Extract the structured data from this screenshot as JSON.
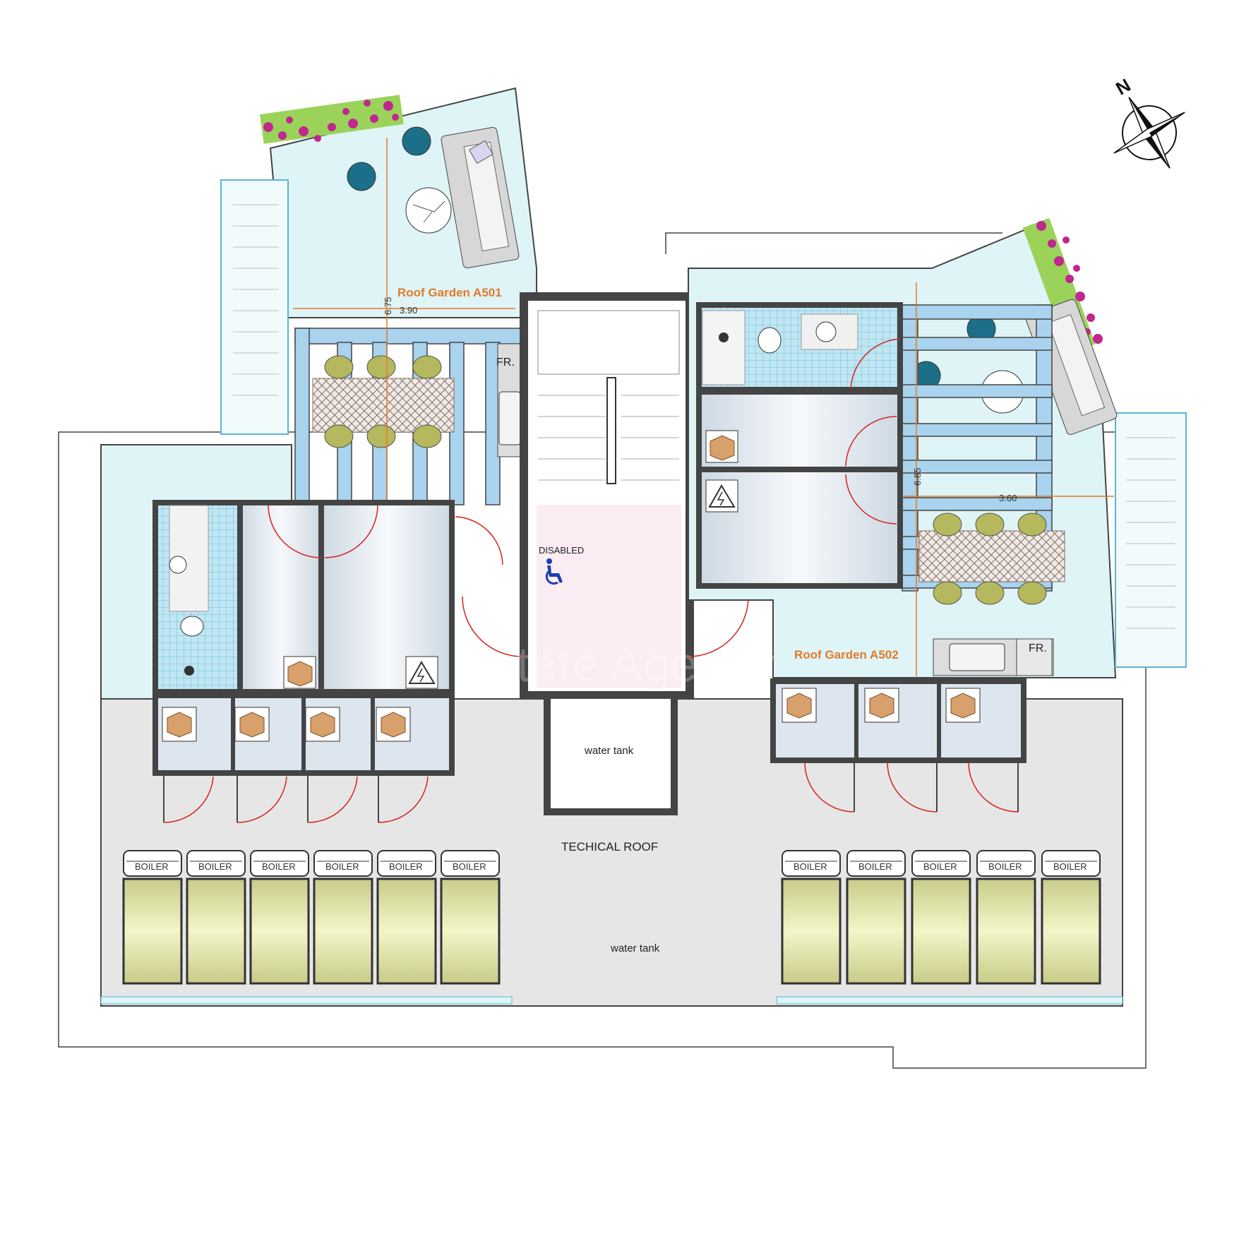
{
  "labels": {
    "roof_garden_a501": "Roof Garden A501",
    "roof_garden_a502": "Roof Garden A502",
    "technical_roof": "TECHICAL ROOF",
    "water_tank_center": "water tank",
    "water_tank_bottom": "water tank",
    "disabled": "DISABLED",
    "fridge_left": "FR.",
    "fridge_right": "FR.",
    "north": "N",
    "watermark": "Estate Agency"
  },
  "dimensions": {
    "a501_width": "3.90",
    "a501_depth": "6.75",
    "a502_width": "3.60",
    "a502_depth": "6.85"
  },
  "boilers": {
    "label": "BOILER",
    "left_count": 6,
    "right_count": 5
  },
  "colors": {
    "garden_floor": "#dff4f6",
    "pergola_blue": "#a9d3ee",
    "technical_floor": "#e6e6e6",
    "wall": "#4a4a4a",
    "panel_yellow": "#eef0b0",
    "orange_label": "#e07b2a",
    "door_red": "#d62020"
  }
}
